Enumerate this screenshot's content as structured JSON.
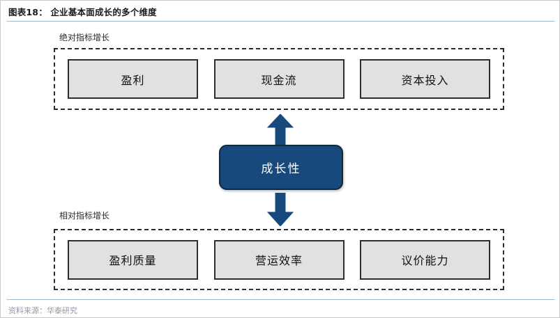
{
  "figure": {
    "title_prefix": "图表18：",
    "title_text": "企业基本面成长的多个维度",
    "title_full": "图表18： 企业基本面成长的多个维度",
    "source_note": "资料来源：华泰研究"
  },
  "colors": {
    "accent_blue": "#17497d",
    "arrow_blue": "#17497d",
    "box_fill_gray": "#e1e1e1",
    "box_border_dark": "#2e2e2e",
    "dashed_border": "#2c2c2c",
    "rule_blue": "#9eb5c9",
    "footer_text": "#8f9aa6",
    "page_border": "#c9c9c9"
  },
  "diagram": {
    "center_node": {
      "label": "成长性"
    },
    "groups": [
      {
        "id": "absolute",
        "label": "绝对指标增长",
        "items": [
          {
            "label": "盈利"
          },
          {
            "label": "现金流"
          },
          {
            "label": "资本投入"
          }
        ]
      },
      {
        "id": "relative",
        "label": "相对指标增长",
        "items": [
          {
            "label": "盈利质量"
          },
          {
            "label": "营运效率"
          },
          {
            "label": "议价能力"
          }
        ]
      }
    ],
    "arrows": [
      {
        "id": "up-arrow",
        "direction": "up",
        "from": "成长性",
        "to": "绝对指标增长"
      },
      {
        "id": "down-arrow",
        "direction": "down",
        "from": "成长性",
        "to": "相对指标增长"
      }
    ]
  }
}
